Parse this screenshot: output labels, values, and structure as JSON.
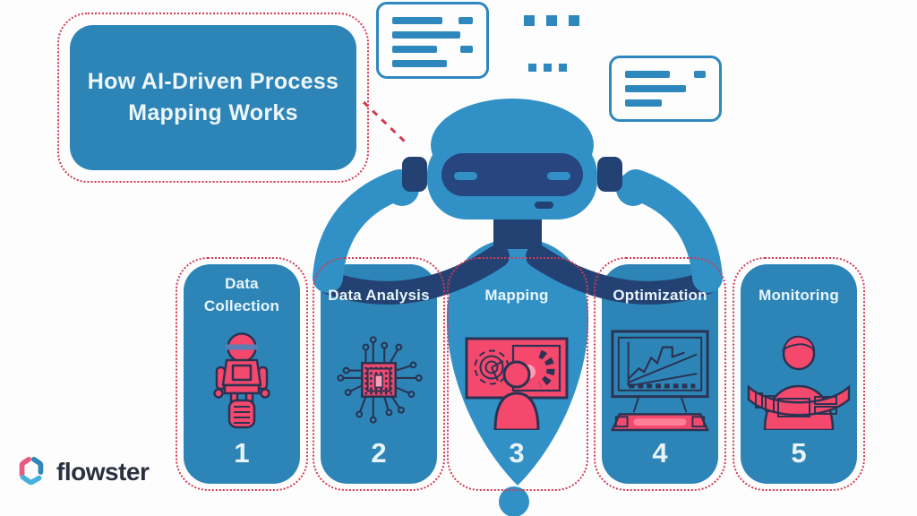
{
  "title": {
    "line1": "How AI-Driven Process",
    "line2": "Mapping Works"
  },
  "steps": [
    {
      "label": "Data Collection",
      "number": "1",
      "icon": "data-collection-robot-icon"
    },
    {
      "label": "Data Analysis",
      "number": "2",
      "icon": "circuit-chip-icon"
    },
    {
      "label": "Mapping",
      "number": "3",
      "icon": "analyst-screen-icon"
    },
    {
      "label": "Optimization",
      "number": "4",
      "icon": "laptop-chart-icon"
    },
    {
      "label": "Monitoring",
      "number": "5",
      "icon": "person-dashboard-icon"
    }
  ],
  "logo": {
    "text": "flowster"
  },
  "colors": {
    "card_blue": "#2d85b7",
    "robot_blue": "#3191c7",
    "navy": "#234273",
    "icon_pink": "#f5486d",
    "icon_outline": "#2a3352",
    "dotted_red": "#d23a52",
    "chat_blue": "#2f88bd",
    "text_white": "#eef6fa",
    "logo_text": "#2b3040"
  }
}
